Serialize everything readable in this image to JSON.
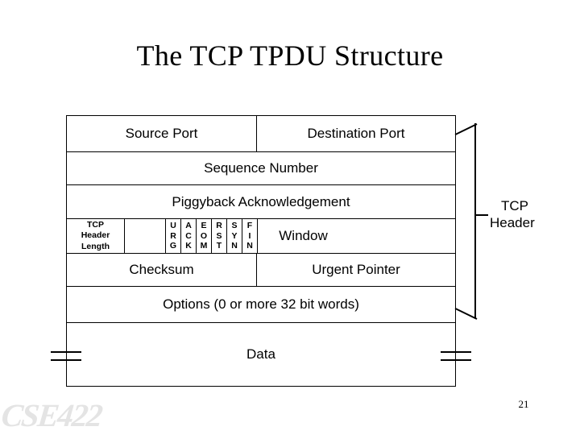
{
  "slide": {
    "title": "The TCP TPDU Structure",
    "page_number": "21",
    "watermark": "CSE422"
  },
  "diagram": {
    "name": "tcp-tpdu-structure",
    "rows": [
      {
        "id": "ports",
        "cells": [
          {
            "label": "Source Port"
          },
          {
            "label": "Destination Port"
          }
        ]
      },
      {
        "id": "sequence",
        "cells": [
          {
            "label": "Sequence Number"
          }
        ]
      },
      {
        "id": "acknowledgement",
        "cells": [
          {
            "label": "Piggyback Acknowledgement"
          }
        ]
      },
      {
        "id": "flags",
        "cells": [
          {
            "label": "TCP Header Length"
          },
          {
            "label": ""
          },
          {
            "label": "Window"
          }
        ],
        "flags": [
          "URG",
          "ACK",
          "EOM",
          "RST",
          "SYN",
          "FIN"
        ]
      },
      {
        "id": "checksum",
        "cells": [
          {
            "label": "Checksum"
          },
          {
            "label": "Urgent Pointer"
          }
        ]
      },
      {
        "id": "options",
        "cells": [
          {
            "label": "Options (0 or more 32 bit words)"
          }
        ]
      },
      {
        "id": "data",
        "cells": [
          {
            "label": "Data"
          }
        ]
      }
    ],
    "header_length_lines": [
      "TCP",
      "Header",
      "Length"
    ],
    "bracket_label_lines": [
      "TCP",
      "Header"
    ]
  },
  "colors": {
    "background": "#ffffff",
    "ink": "#000000",
    "watermark": "#e4e4e4"
  }
}
